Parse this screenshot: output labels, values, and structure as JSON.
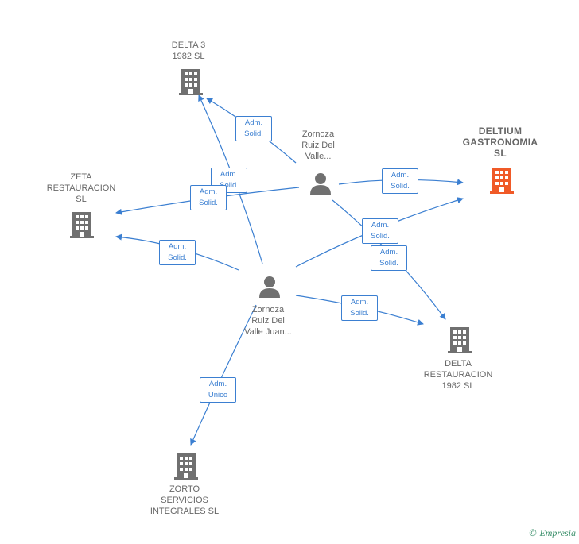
{
  "nodes": {
    "delta3": "DELTA 3\n1982  SL",
    "zeta": "ZETA\nRESTAURACION\nSL",
    "deltium": "DELTIUM\nGASTRONOMIA\nSL",
    "delta_rest": "DELTA\nRESTAURACION\n1982  SL",
    "zorto": "ZORTO\nSERVICIOS\nINTEGRALES SL",
    "person1": "Zornoza\nRuiz Del\nValle...",
    "person2": "Zornoza\nRuiz Del\nValle Juan..."
  },
  "edges": {
    "e1": "Adm.\nSolid.",
    "e2": "Adm.\nSolid.",
    "e3": "Adm.\nSolid.",
    "e4": "Adm.\nSolid.",
    "e5": "Adm.\nSolid.",
    "e6": "Adm.\nSolid.",
    "e7": "Adm.\nSolid.",
    "e8": "Adm.\nSolid.",
    "e9": "Adm.\nUnico"
  },
  "footer": {
    "copyright": "©",
    "brand": "Empresia"
  },
  "colors": {
    "edge": "#3b7fd1",
    "company": "#707070",
    "highlight": "#f05a28",
    "person": "#707070"
  }
}
